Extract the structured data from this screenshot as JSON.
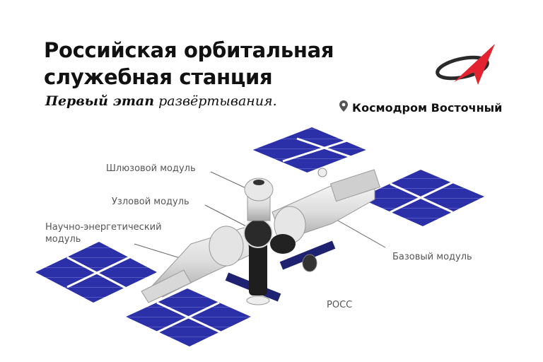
{
  "header": {
    "title_line1": "Российская орбитальная",
    "title_line2": "служебная станция",
    "subtitle_bold": "Первый этап",
    "subtitle_rest": " развёртывания.",
    "location": "Космодром Восточный",
    "location_icon": "map-pin-icon",
    "logo": "roscosmos-logo"
  },
  "labels": {
    "airlock": "Шлюзовой модуль",
    "node": "Узловой модуль",
    "science_power_line1": "Научно-энергетический",
    "science_power_line2": "модуль",
    "base": "Базовый модуль",
    "station": "РОСС"
  },
  "colors": {
    "panel": "#2b2fa8",
    "panel_grid": "#8f94e8",
    "logo_red": "#e3232f",
    "logo_dark": "#2a2a2a",
    "text_dark": "#111111",
    "label_gray": "#555555"
  }
}
